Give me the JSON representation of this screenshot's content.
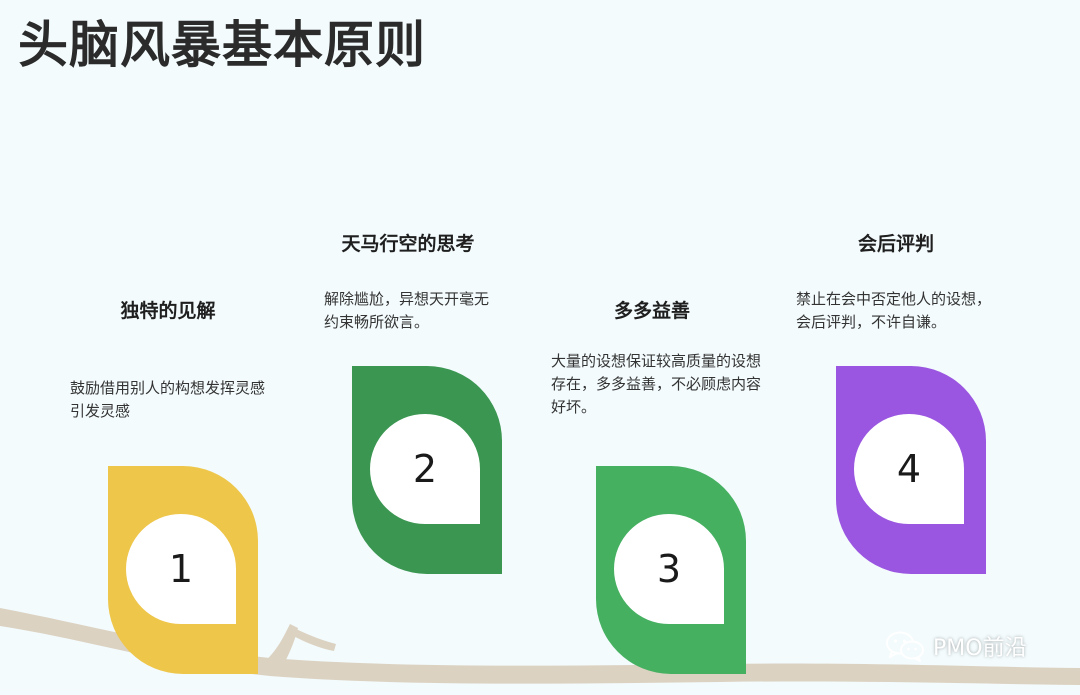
{
  "title": "头脑风暴基本原则",
  "colors": {
    "background": "#f3fbfd",
    "branch": "#dcd2c2",
    "leaf_1": "#eec64a",
    "leaf_2": "#3a9651",
    "leaf_3": "#46b061",
    "leaf_4": "#9a56e0"
  },
  "principles": [
    {
      "number": "1",
      "heading": "独特的见解",
      "description": "鼓励借用别人的构想发挥灵感引发灵感"
    },
    {
      "number": "2",
      "heading": "天马行空的思考",
      "description": "解除尴尬，异想天开毫无约束畅所欲言。"
    },
    {
      "number": "3",
      "heading": "多多益善",
      "description": "大量的设想保证较高质量的设想存在，多多益善，不必顾虑内容好坏。"
    },
    {
      "number": "4",
      "heading": "会后评判",
      "description": "禁止在会中否定他人的设想，会后评判，不许自谦。"
    }
  ],
  "watermark": {
    "icon": "wechat-icon",
    "text": "PMO前沿"
  }
}
